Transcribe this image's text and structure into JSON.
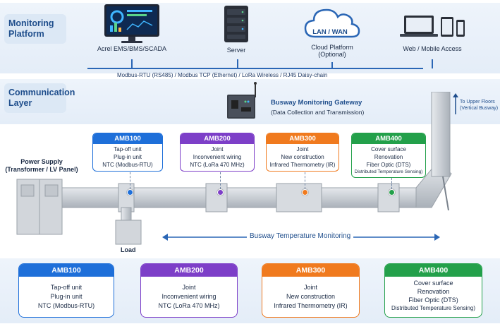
{
  "sections": {
    "monitoring_platform": "Monitoring\nPlatform",
    "communication_layer": "Communication\nLayer"
  },
  "platform_nodes": [
    {
      "id": "ems",
      "label": "Acrel EMS/BMS/SCADA",
      "icon": "monitor-icon"
    },
    {
      "id": "server",
      "label": "Server",
      "icon": "server-icon"
    },
    {
      "id": "cloud",
      "label": "Cloud Platform",
      "sub": "(Optional)",
      "cloud_text": "LAN / WAN",
      "icon": "cloud-icon"
    },
    {
      "id": "web",
      "label": "Web / Mobile Access",
      "icon": "devices-icon"
    }
  ],
  "protocols": "Modbus-RTU (RS485)  /  Modbus TCP (Ethernet)  /  LoRa Wireless  /  RJ45 Daisy-chain",
  "gateway": {
    "title": "Busway Monitoring Gateway",
    "subtitle": "(Data Collection and Transmission)",
    "icon": "gateway-icon"
  },
  "power_supply": "Power Supply\n(Transformer / LV Panel)",
  "load": "Load",
  "upper": "To Upper Floors\n(Vertical Busway)",
  "monitoring": "Busway Temperature Monitoring",
  "sensors": [
    {
      "model": "AMB100",
      "lines": [
        "Tap-off unit",
        "Plug-in unit",
        "NTC (Modbus-RTU)"
      ],
      "color": "#1e6fd9"
    },
    {
      "model": "AMB200",
      "lines": [
        "Joint",
        "Inconvenient wiring",
        "NTC (LoRa 470 MHz)"
      ],
      "color": "#7d3fc8"
    },
    {
      "model": "AMB300",
      "lines": [
        "Joint",
        "New construction",
        "Infrared Thermometry (IR)"
      ],
      "color": "#f07a1e"
    },
    {
      "model": "AMB400",
      "lines": [
        "Cover surface",
        "Renovation",
        "Fiber Optic (DTS)",
        "Distributed Temperature Sensing)"
      ],
      "color": "#23a04a"
    }
  ],
  "bottom_cards": [
    {
      "model": "AMB100",
      "lines": [
        "Tap-off unit",
        "Plug-in unit",
        "NTC (Modbus-RTU)"
      ],
      "color": "#1e6fd9"
    },
    {
      "model": "AMB200",
      "lines": [
        "Joint",
        "Inconvenient wiring",
        "NTC (LoRa 470 MHz)"
      ],
      "color": "#7d3fc8"
    },
    {
      "model": "AMB300",
      "lines": [
        "Joint",
        "New construction",
        "Infrared Thermometry (IR)"
      ],
      "color": "#f07a1e"
    },
    {
      "model": "AMB400",
      "lines": [
        "Cover surface",
        "Renovation",
        "Fiber Optic (DTS)",
        "Distributed Temperature Sensing)"
      ],
      "color": "#23a04a"
    }
  ],
  "colors": {
    "accent": "#1f4e8c",
    "bus_line": "#2a66b5",
    "busway": "#c9ced4"
  }
}
